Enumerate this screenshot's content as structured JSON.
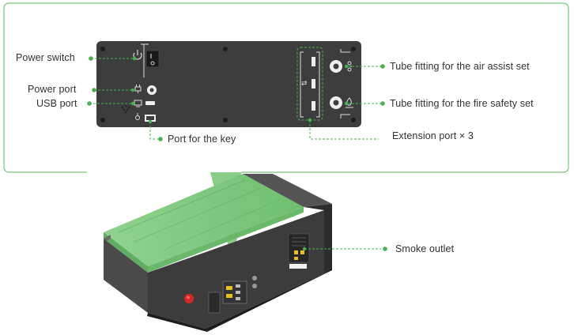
{
  "colors": {
    "accent": "#4caf50",
    "panel": "#3e3e3e",
    "machine_dark": "#2f2f2f",
    "lid_green": "#86cc86",
    "button_red": "#d62828",
    "marker_yellow": "#e8c21a"
  },
  "callouts": {
    "power_switch": "Power switch",
    "power_port": "Power port",
    "usb_port": "USB port",
    "key_port": "Port for the key",
    "air_assist": "Tube fitting for the air assist set",
    "fire_safety": "Tube fitting for the fire safety set",
    "extension_port": "Extension port × 3",
    "smoke_outlet": "Smoke outlet"
  }
}
